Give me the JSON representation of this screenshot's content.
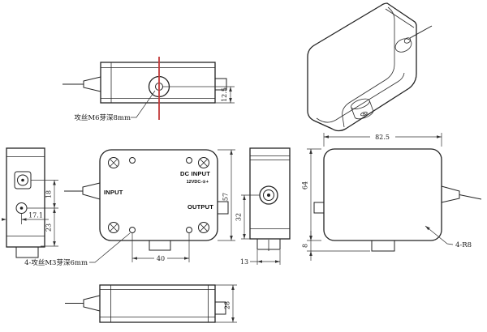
{
  "colors": {
    "line": "#222222",
    "centerline_red": "#c43b3b",
    "background": "#ffffff"
  },
  "views": {
    "top_side_view": {
      "thread_note": "攻丝M6芽深8mm",
      "dim_hole_to_bottom": "12.5"
    },
    "left_side_view": {
      "dim_jack_to_hole": "18",
      "dim_hole_from_edge": "17.1",
      "dim_hole_to_bottom": "23"
    },
    "front_view": {
      "label_input": "INPUT",
      "label_dc_input": "DC INPUT",
      "label_dc_rating": "12VDC-⊙+",
      "label_output": "OUTPUT",
      "dim_hole_spacing": "40",
      "dim_height": "57",
      "thread_note": "4-攻丝M3芽深6mm"
    },
    "right_side_view": {
      "dim_port_to_bottom": "32",
      "dim_foot_width": "13"
    },
    "outline_view": {
      "dim_length": "82.5",
      "dim_height": "64",
      "dim_foot_height": "8",
      "corner_radius_note": "4-R8"
    },
    "bottom_side_view": {
      "dim_thickness": "28"
    }
  }
}
